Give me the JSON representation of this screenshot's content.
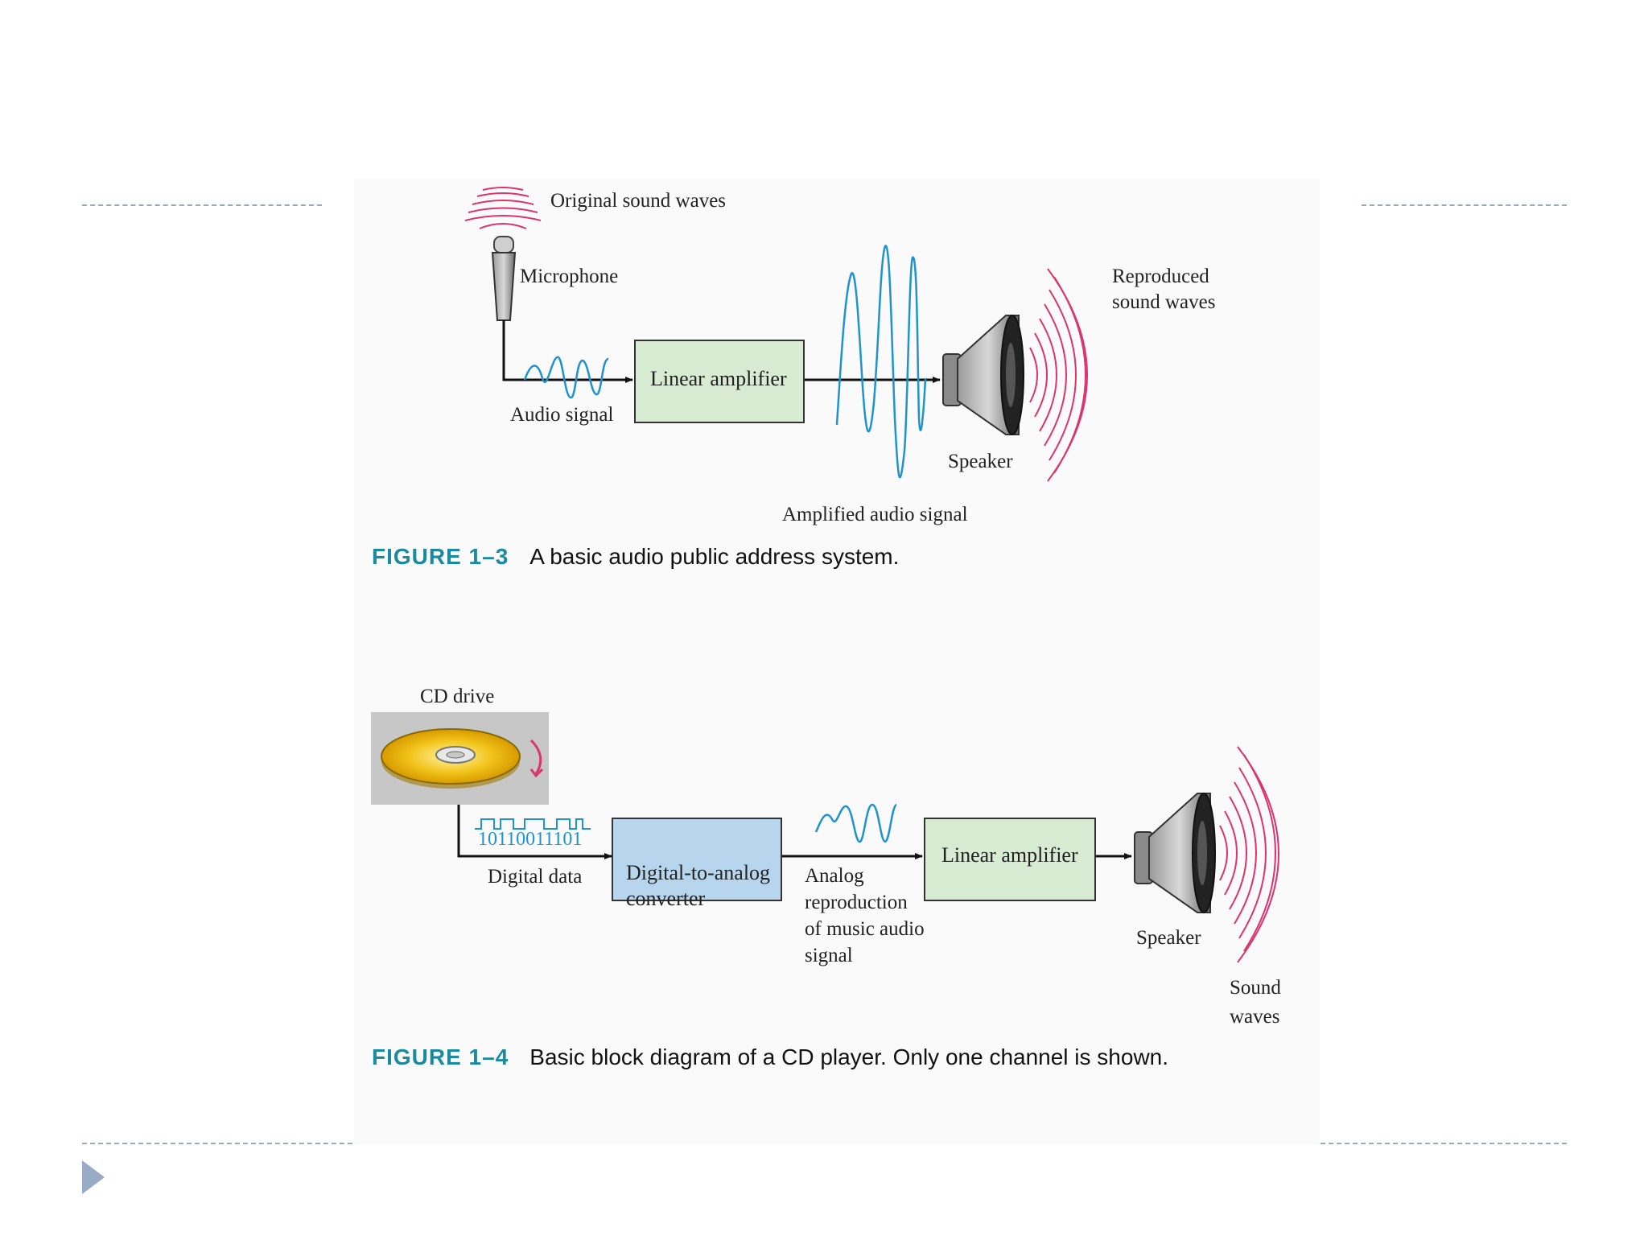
{
  "figure3": {
    "original_waves": "Original sound waves",
    "microphone": "Microphone",
    "audio_signal": "Audio signal",
    "amplifier": "Linear amplifier",
    "reproduced_waves": "Reproduced\nsound waves",
    "speaker": "Speaker",
    "amplified_signal": "Amplified audio signal",
    "caption_num": "FIGURE 1–3",
    "caption_text": "A basic audio public address system."
  },
  "figure4": {
    "cd_drive": "CD drive",
    "bits": "10110011101",
    "digital_data": "Digital data",
    "dac": "Digital-to-analog\nconverter",
    "analog_label": "Analog\nreproduction\nof music audio\nsignal",
    "amplifier": "Linear amplifier",
    "speaker": "Speaker",
    "sound_waves": "Sound\nwaves",
    "caption_num": "FIGURE 1–4",
    "caption_text": "Basic block diagram of a CD player. Only one channel is shown."
  },
  "colors": {
    "wave_blue": "#1f93cf",
    "sound_pink": "#d9356e",
    "caption_teal": "#1a8aa0",
    "amp_green": "#d7ecd2",
    "dac_blue": "#b7d6ee",
    "nav_arrow": "#9aabc7"
  },
  "icons": [
    "microphone-icon",
    "speaker-icon",
    "cd-disc-icon",
    "sound-wave-icon",
    "next-slide-icon"
  ]
}
